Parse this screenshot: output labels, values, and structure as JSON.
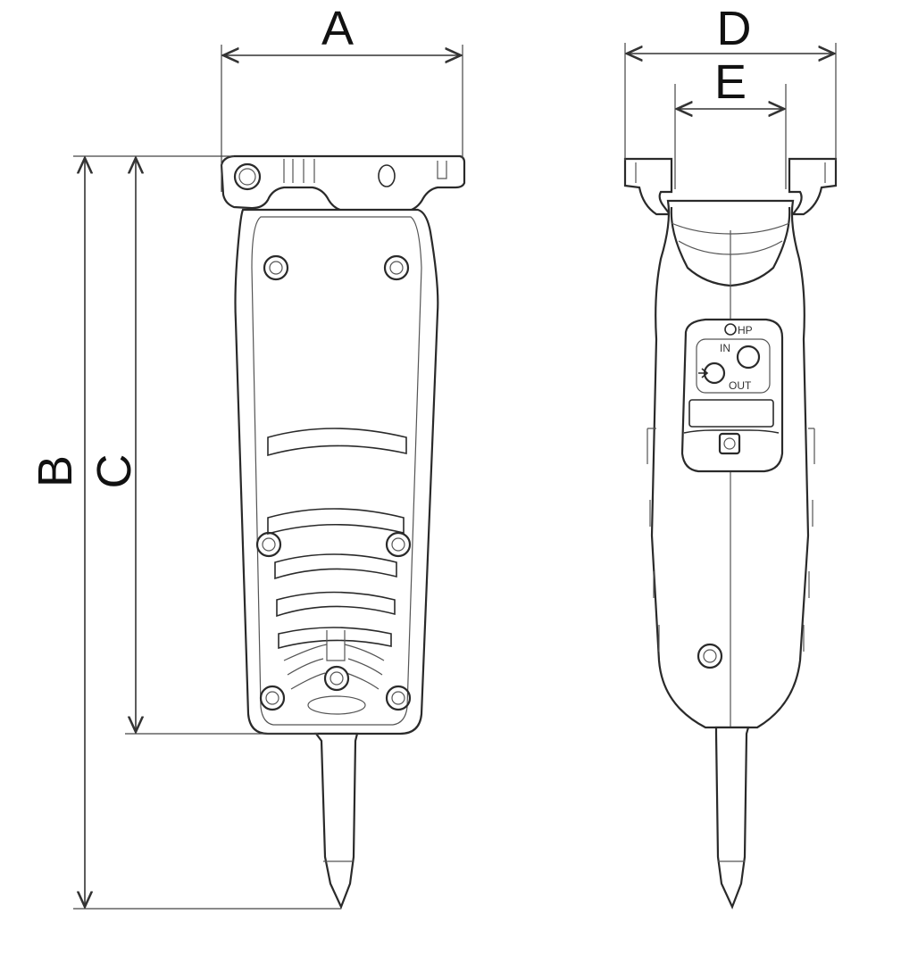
{
  "dimensions": {
    "a": "A",
    "b": "B",
    "c": "C",
    "d": "D",
    "e": "E"
  },
  "port_labels": {
    "hp": "HP",
    "in": "IN",
    "out": "OUT"
  },
  "colors": {
    "line": "#2a2a2a",
    "background": "#ffffff"
  }
}
